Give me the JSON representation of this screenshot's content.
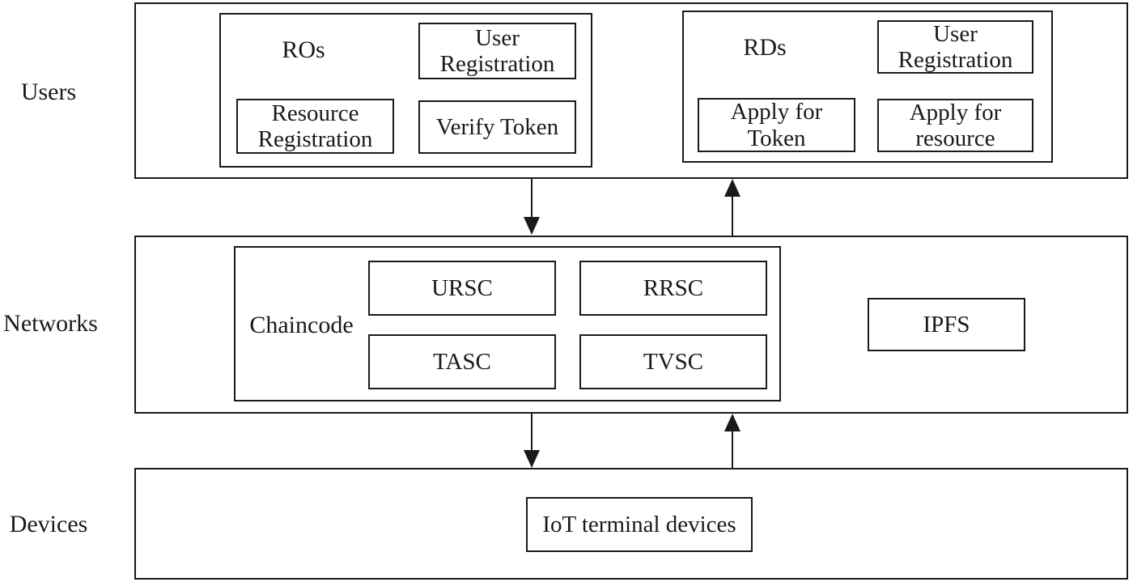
{
  "layer_labels": {
    "users": "Users",
    "networks": "Networks",
    "devices": "Devices"
  },
  "users_layer": {
    "ros": {
      "title": "ROs",
      "user_registration": "User Registration",
      "resource_registration": "Resource Registration",
      "verify_token": "Verify Token"
    },
    "rds": {
      "title": "RDs",
      "user_registration": "User Registration",
      "apply_for_token": "Apply for Token",
      "apply_for_resource": "Apply for resource"
    }
  },
  "networks_layer": {
    "chaincode": {
      "title": "Chaincode",
      "ursc": "URSC",
      "rrsc": "RRSC",
      "tasc": "TASC",
      "tvsc": "TVSC"
    },
    "ipfs": "IPFS"
  },
  "devices_layer": {
    "iot_terminal_devices": "IoT terminal devices"
  },
  "colors": {
    "line": "#1a1a1a",
    "text": "#1a1a1a",
    "background": "#ffffff"
  },
  "arrows": [
    {
      "name": "users-to-networks",
      "direction": "down"
    },
    {
      "name": "networks-to-users",
      "direction": "up"
    },
    {
      "name": "networks-to-devices",
      "direction": "down"
    },
    {
      "name": "devices-to-networks",
      "direction": "up"
    }
  ]
}
